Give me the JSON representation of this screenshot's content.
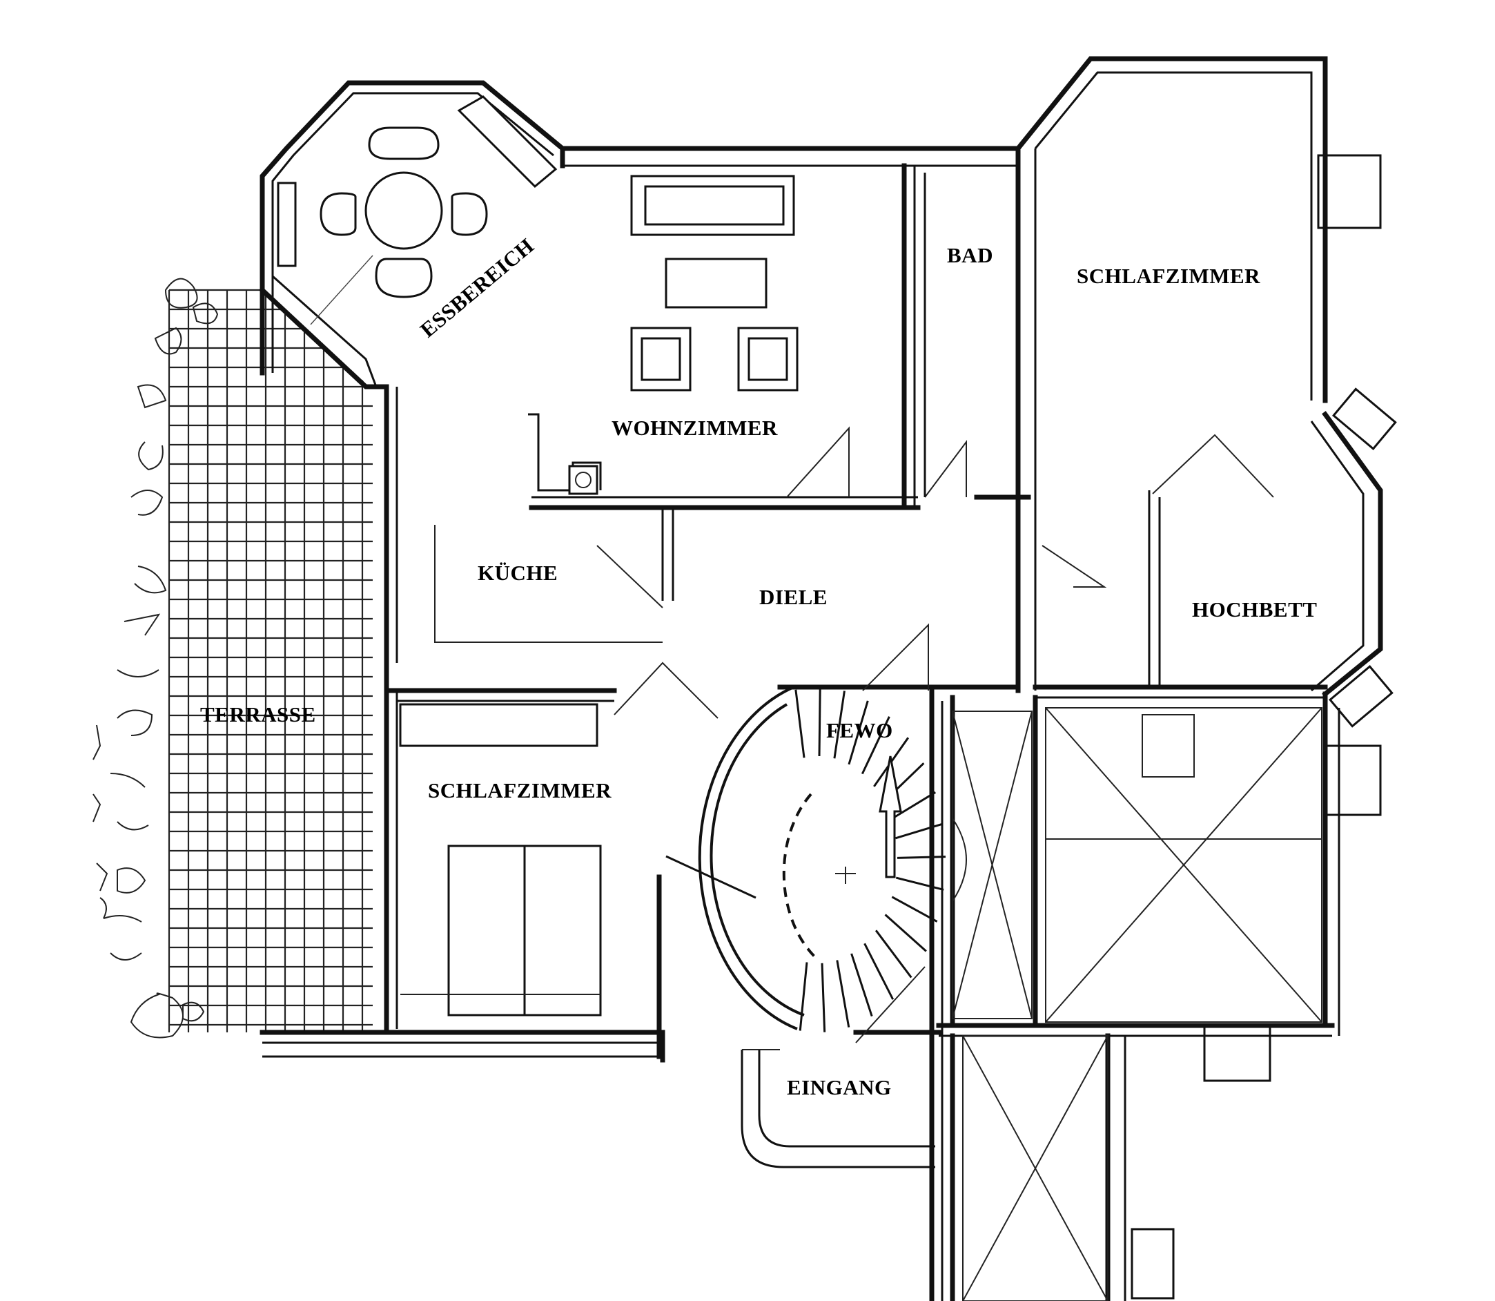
{
  "rooms": {
    "essbereich": "ESSBEREICH",
    "wohnzimmer": "WOHNZIMMER",
    "bad": "BAD",
    "schlafzimmer_top": "SCHLAFZIMMER",
    "kueche": "KÜCHE",
    "diele": "DIELE",
    "hochbett": "HOCHBETT",
    "terrasse": "TERRASSE",
    "fewo": "FEWO",
    "schlafzimmer_bottom": "SCHLAFZIMMER",
    "eingang": "EINGANG"
  },
  "icons": [
    "stair-direction-arrow-icon",
    "dining-table-icon",
    "stove-icon"
  ]
}
